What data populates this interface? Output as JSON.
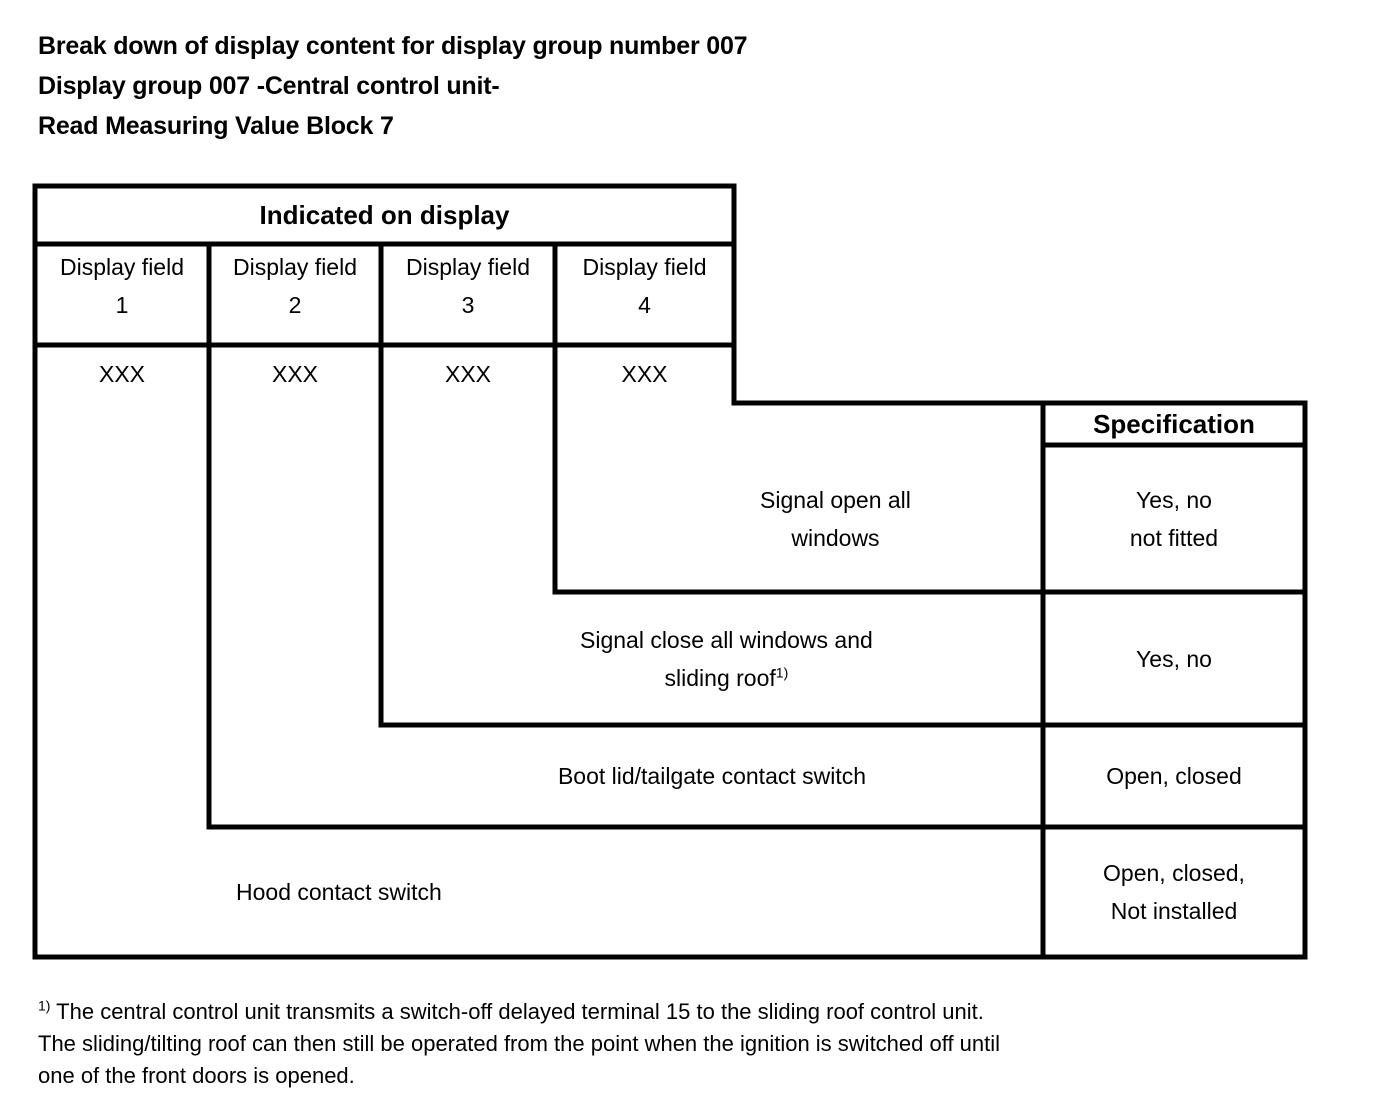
{
  "document": {
    "title_lines": [
      "Break down of display content for display group number 007",
      "Display group 007 -Central control unit-",
      "Read Measuring Value Block 7"
    ]
  },
  "table": {
    "group_header": "Indicated on display",
    "spec_header": "Specification",
    "display_field_columns": [
      {
        "label": "Display field",
        "number": "1",
        "value": "XXX"
      },
      {
        "label": "Display field",
        "number": "2",
        "value": "XXX"
      },
      {
        "label": "Display field",
        "number": "3",
        "value": "XXX"
      },
      {
        "label": "Display field",
        "number": "4",
        "value": "XXX"
      }
    ],
    "rows": [
      {
        "description_line_1": "Signal open all",
        "description_line_2": "windows",
        "footnote_marker": "",
        "spec_line_1": "Yes, no",
        "spec_line_2": "not fitted"
      },
      {
        "description_line_1": "Signal close all windows and",
        "description_line_2": "sliding roof",
        "footnote_marker": "1)",
        "spec_line_1": "Yes, no",
        "spec_line_2": ""
      },
      {
        "description_line_1": "Boot lid/tailgate contact switch",
        "description_line_2": "",
        "footnote_marker": "",
        "spec_line_1": "Open, closed",
        "spec_line_2": ""
      },
      {
        "description_line_1": "Hood contact switch",
        "description_line_2": "",
        "footnote_marker": "",
        "spec_line_1": "Open, closed,",
        "spec_line_2": "Not installed"
      }
    ]
  },
  "footnote": {
    "marker": "1)",
    "lines": [
      "The central control unit transmits a switch-off delayed terminal 15 to the sliding roof control unit.",
      "The sliding/tilting roof can then still be operated from the point when the ignition is switched off until",
      "one of the front doors is opened."
    ]
  },
  "colors": {
    "border": "#000000",
    "text": "#000000",
    "background": "#ffffff"
  }
}
